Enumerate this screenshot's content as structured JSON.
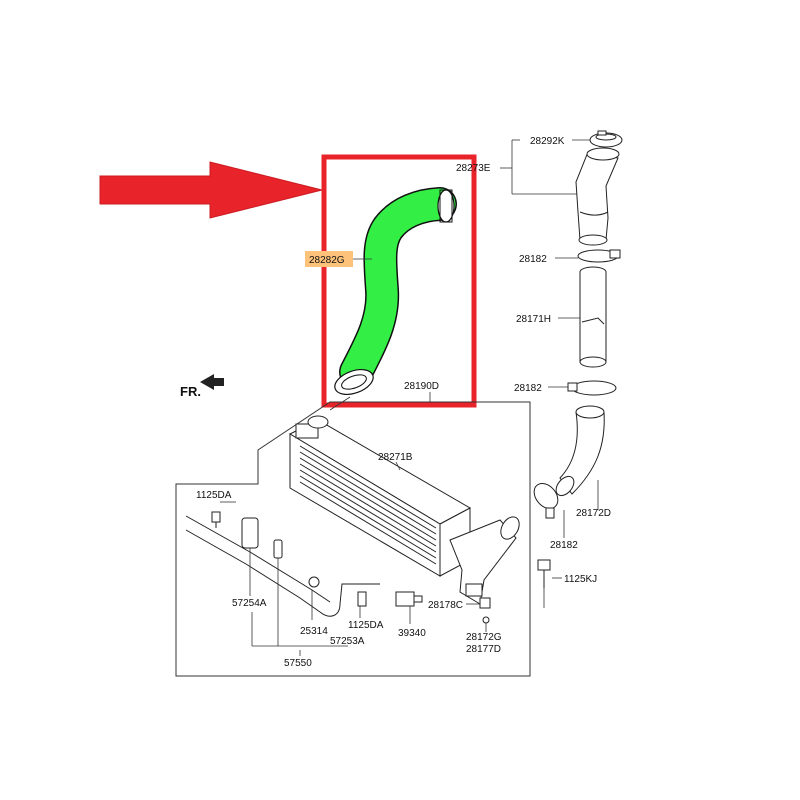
{
  "diagram": {
    "direction_label": "FR.",
    "highlight": {
      "color": "#e8232a",
      "hose_color": "#33ee44",
      "label_bg": "#ffc27a"
    },
    "parts": {
      "cap": "28292K",
      "upper_pipe": "28273E",
      "hose_highlighted": "28282G",
      "clamp_upper": "28182",
      "pipe_mid": "28171H",
      "clamp_mid": "28182",
      "assembly": "28190D",
      "intercooler": "28271B",
      "bolt_left": "1125DA",
      "hose_lower": "28172D",
      "clamp_lower": "28182",
      "bolt_right": "1125KJ",
      "pipe_right_a": "28178C",
      "sensor": "39340",
      "pipe_right_b": "28172G",
      "pipe_right_c": "28177D",
      "bracket": "57254A",
      "clip": "25314",
      "bolt_center": "1125DA",
      "hose_small": "57253A",
      "line_assembly": "57550"
    }
  }
}
